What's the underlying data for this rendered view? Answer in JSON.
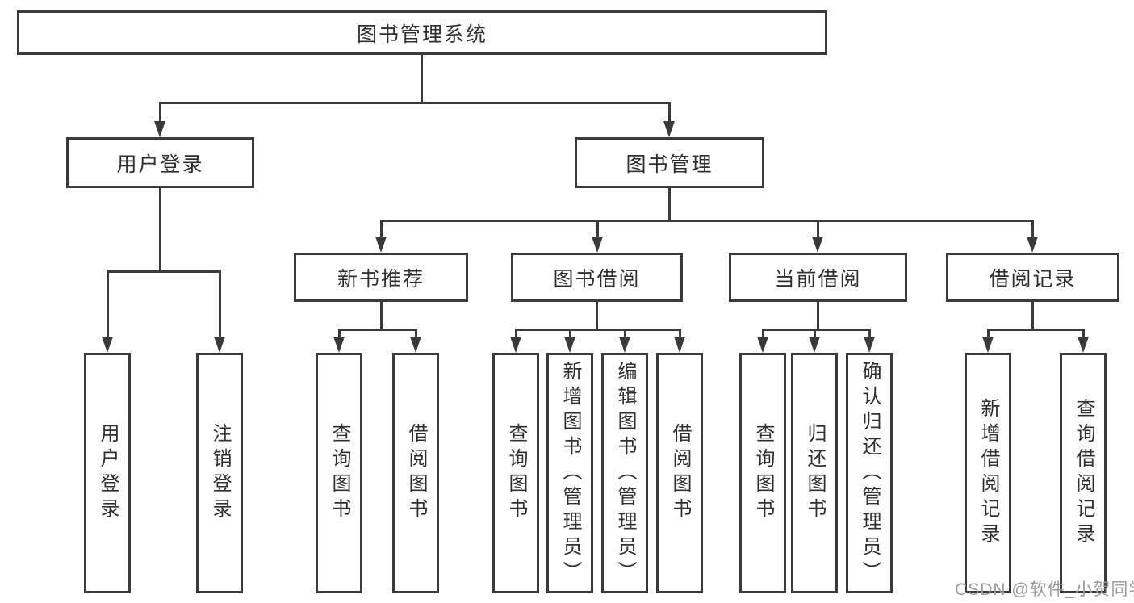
{
  "diagram": {
    "root": "图书管理系统",
    "level2": [
      "用户登录",
      "图书管理"
    ],
    "level3": [
      "新书推荐",
      "图书借阅",
      "当前借阅",
      "借阅记录"
    ],
    "leaves": [
      "用户登录",
      "注销登录",
      "查询图书",
      "借阅图书",
      "查询图书",
      "新增图书（管理员）",
      "编辑图书（管理员）",
      "借阅图书",
      "查询图书",
      "归还图书",
      "确认归还（管理员）",
      "新增借阅记录",
      "查询借阅记录"
    ]
  },
  "watermark": "CSDN @软件_小贺同学",
  "colors": {
    "line": "#3a3a3a",
    "text": "#303030",
    "watermark": "#9c9c9c",
    "background": "#ffffff"
  }
}
